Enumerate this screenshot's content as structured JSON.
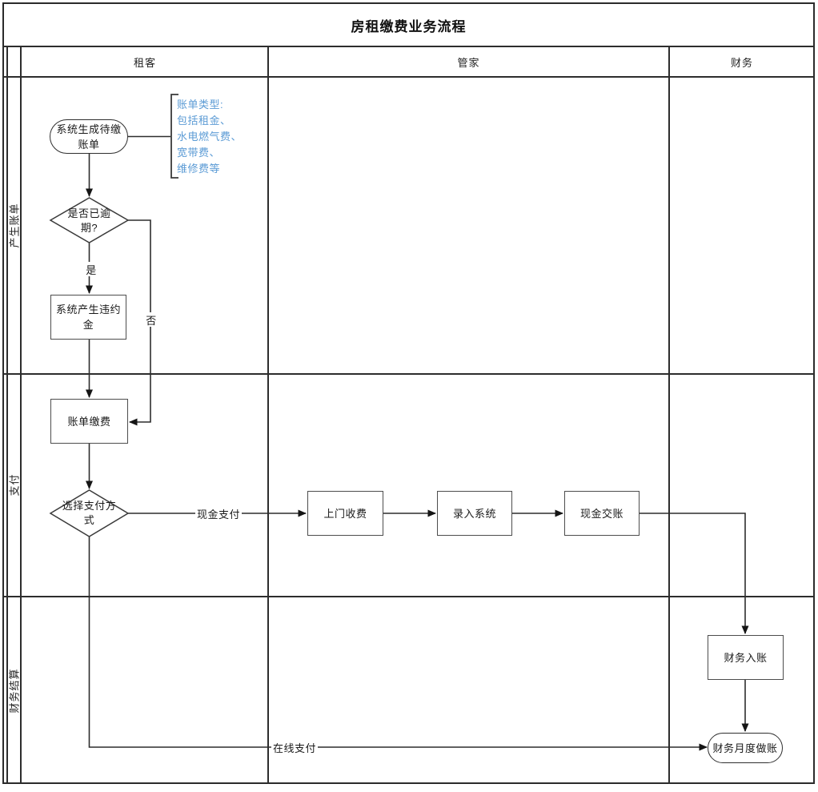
{
  "title": "房租缴费业务流程",
  "colors": {
    "note_text": "#5b9bd5",
    "line": "#2d2d2d",
    "node_border": "#4d4d4d"
  },
  "lanes": {
    "columns": [
      {
        "label": "租客"
      },
      {
        "label": "管家"
      },
      {
        "label": "财务"
      }
    ],
    "rows": [
      {
        "label": "产生账单"
      },
      {
        "label": "支付"
      },
      {
        "label": "财务结算"
      }
    ]
  },
  "nodes": {
    "start": {
      "type": "terminator",
      "lines": [
        "系统生成待缴",
        "账单"
      ]
    },
    "overdue_decision": {
      "type": "decision",
      "lines": [
        "是否已逾",
        "期?"
      ]
    },
    "penalty": {
      "type": "process",
      "lines": [
        "系统产生违约",
        "金"
      ]
    },
    "bill_pay": {
      "type": "process",
      "lines": [
        "账单缴费"
      ]
    },
    "pay_method_decision": {
      "type": "decision",
      "lines": [
        "选择支付方",
        "式"
      ]
    },
    "door_collect": {
      "type": "process",
      "lines": [
        "上门收费"
      ]
    },
    "enter_system": {
      "type": "process",
      "lines": [
        "录入系统"
      ]
    },
    "cash_handover": {
      "type": "process",
      "lines": [
        "现金交账"
      ]
    },
    "finance_entry": {
      "type": "process",
      "lines": [
        "财务入账"
      ]
    },
    "monthly_accounting": {
      "type": "terminator",
      "lines": [
        "财务月度做账"
      ]
    }
  },
  "note": {
    "lines": [
      "账单类型:",
      "包括租金、",
      "水电燃气费、",
      "宽带费、",
      "维修费等"
    ]
  },
  "edge_labels": {
    "yes": "是",
    "no": "否",
    "cash": "现金支付",
    "online": "在线支付"
  }
}
